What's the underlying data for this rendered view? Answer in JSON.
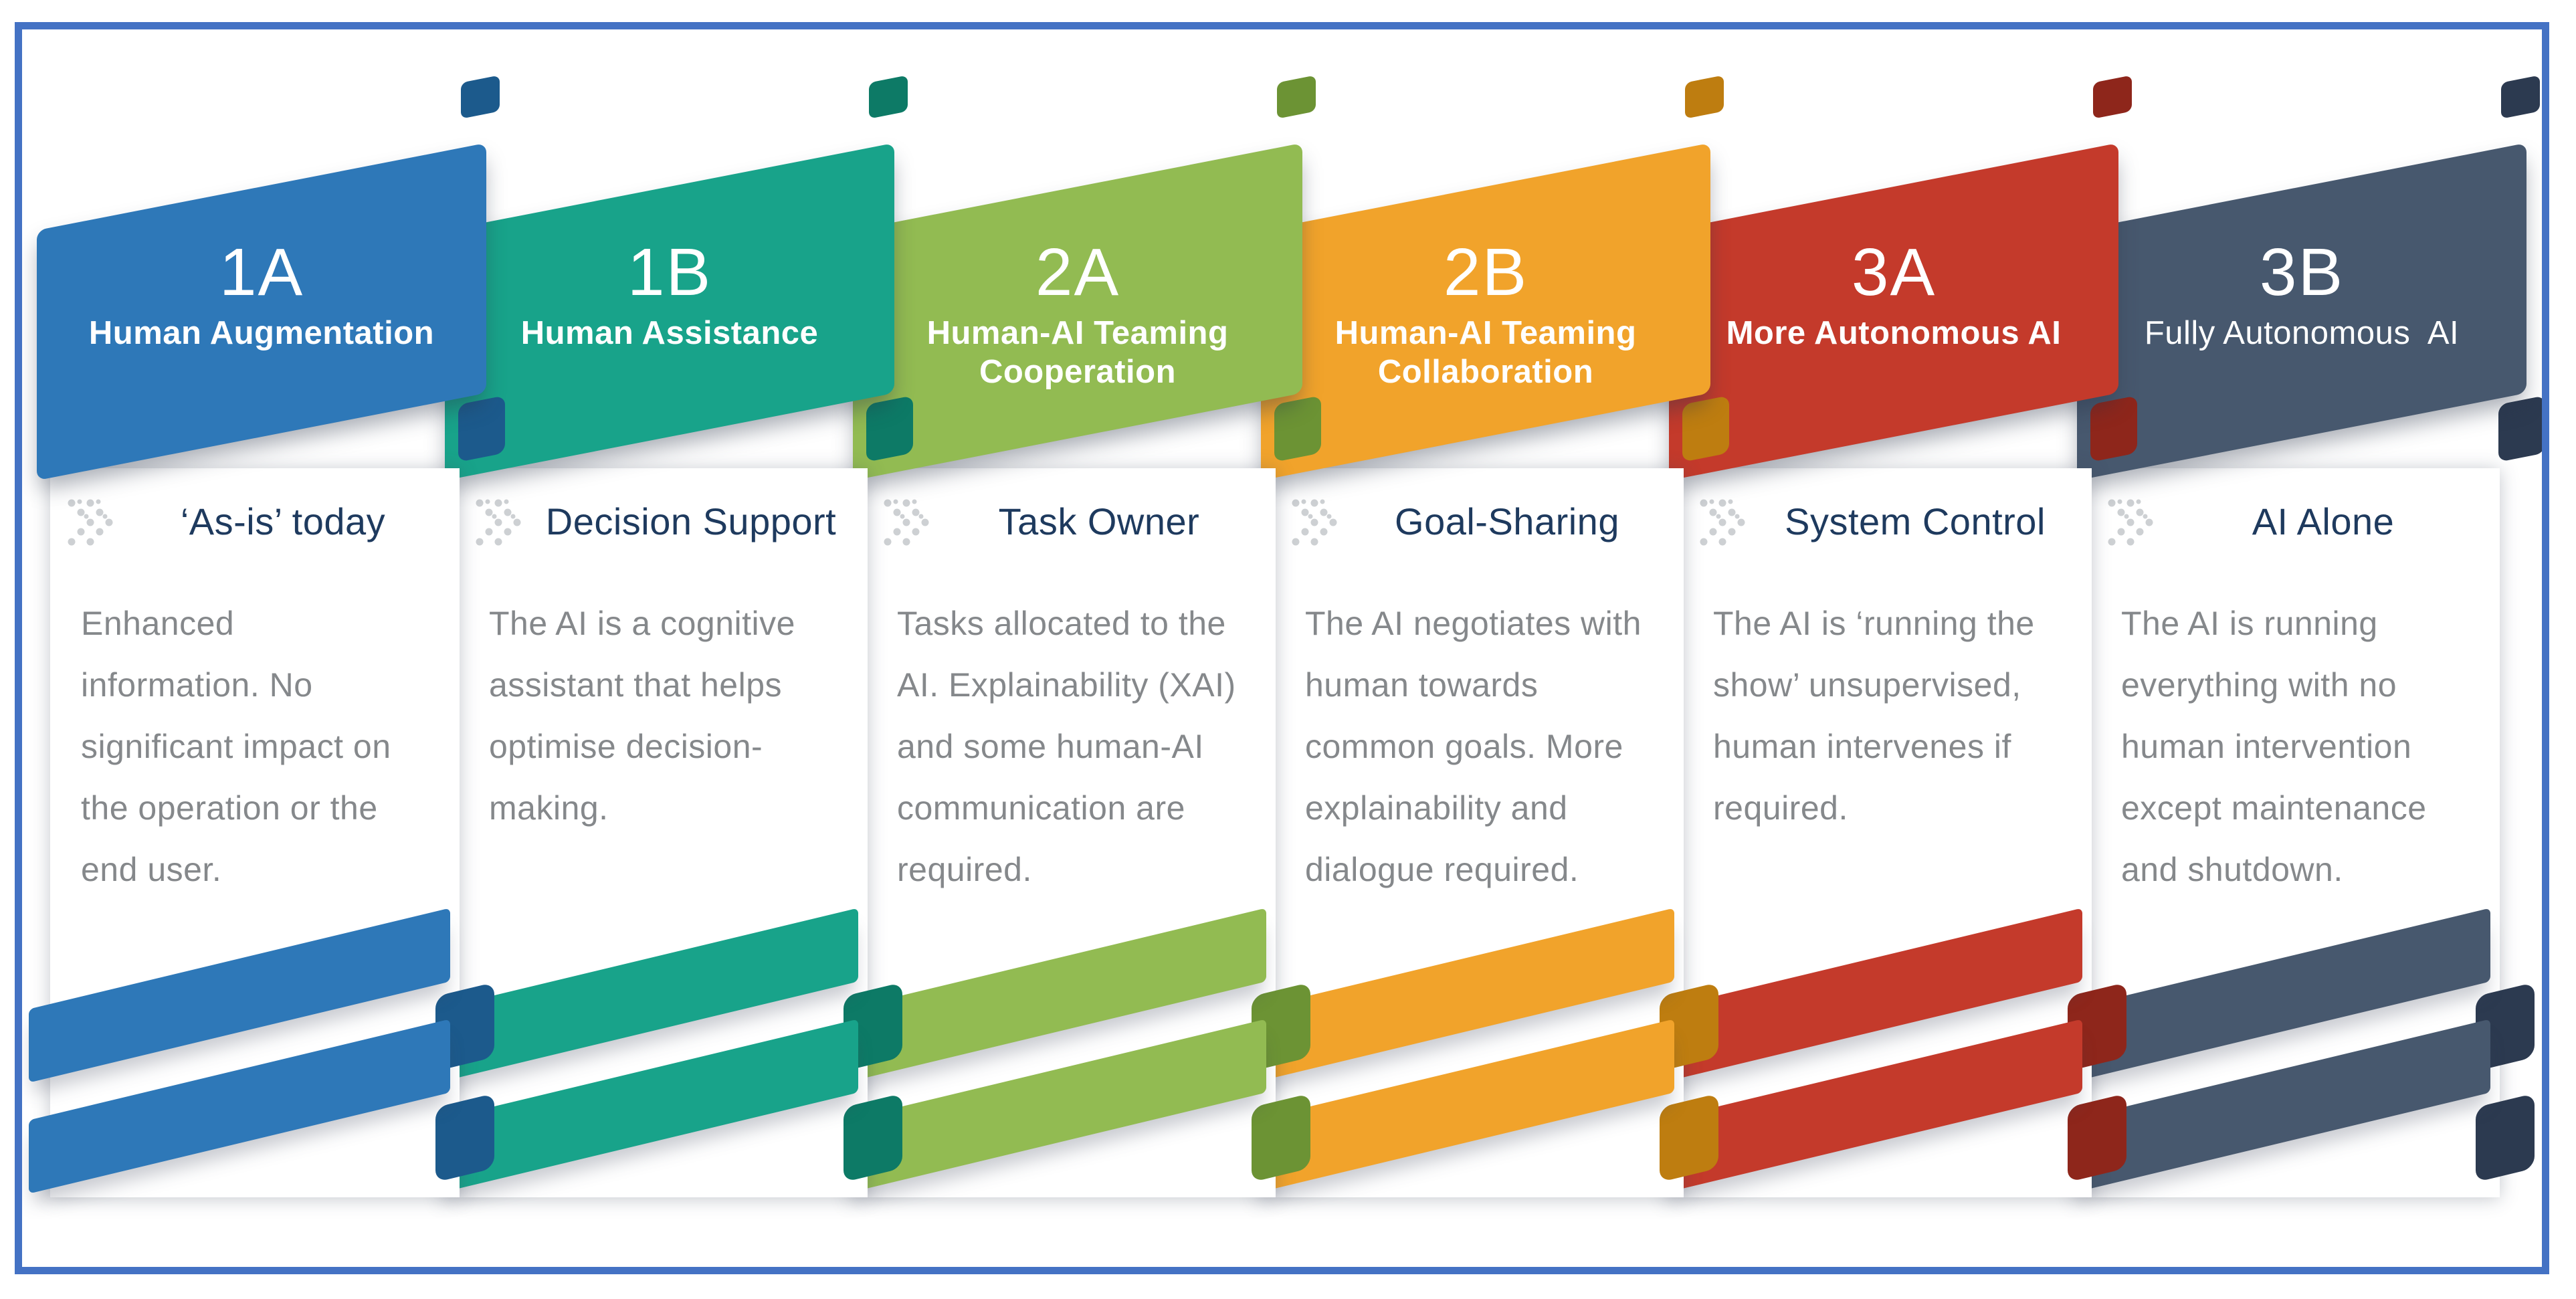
{
  "diagram": {
    "border_color": "#4472C4",
    "subtitle_color": "#1E3A5E",
    "body_color": "#85888B",
    "banner_text_color": "#FFFFFF",
    "icons": {
      "subtitle_marker": "dotted-double-chevron-right-icon",
      "dot_color": "#CDD0D3"
    },
    "cards": [
      {
        "code": "1A",
        "title": "Human Augmentation",
        "subtitle": "‘As-is’ today",
        "body": "Enhanced\ninformation. No\nsignificant impact on\nthe operation or the\nend user.",
        "color": "#2E78B8",
        "fold_color": "#1C5A8C"
      },
      {
        "code": "1B",
        "title": "Human Assistance",
        "subtitle": "Decision Support",
        "body": "The AI is a cognitive\nassistant that helps\noptimise decision-\nmaking.",
        "color": "#18A38A",
        "fold_color": "#0D7A66"
      },
      {
        "code": "2A",
        "title": "Human-AI Teaming\nCooperation",
        "subtitle": "Task Owner",
        "body": "Tasks allocated to the\nAI. Explainability (XAI)\nand some human-AI\ncommunication are\nrequired.",
        "color": "#92BB52",
        "fold_color": "#6C9334"
      },
      {
        "code": "2B",
        "title": "Human-AI Teaming\nCollaboration",
        "subtitle": "Goal-Sharing",
        "body": "The AI negotiates with\nhuman towards\ncommon goals. More\nexplainability and\ndialogue required.",
        "color": "#F1A32B",
        "fold_color": "#BE7D10"
      },
      {
        "code": "3A",
        "title": "More Autonomous AI",
        "subtitle": "System Control",
        "body": "The AI is ‘running the\nshow’ unsupervised,\nhuman intervenes if\nrequired.",
        "color": "#C43A2B",
        "fold_color": "#8E261B"
      },
      {
        "code": "3B",
        "title": "Fully Autonomous  AI",
        "subtitle": "AI Alone",
        "body": "The AI is running\neverything with no\nhuman intervention\nexcept maintenance\nand shutdown.",
        "color": "#47586E",
        "fold_color": "#2C3A50",
        "title_style": "light"
      }
    ]
  }
}
